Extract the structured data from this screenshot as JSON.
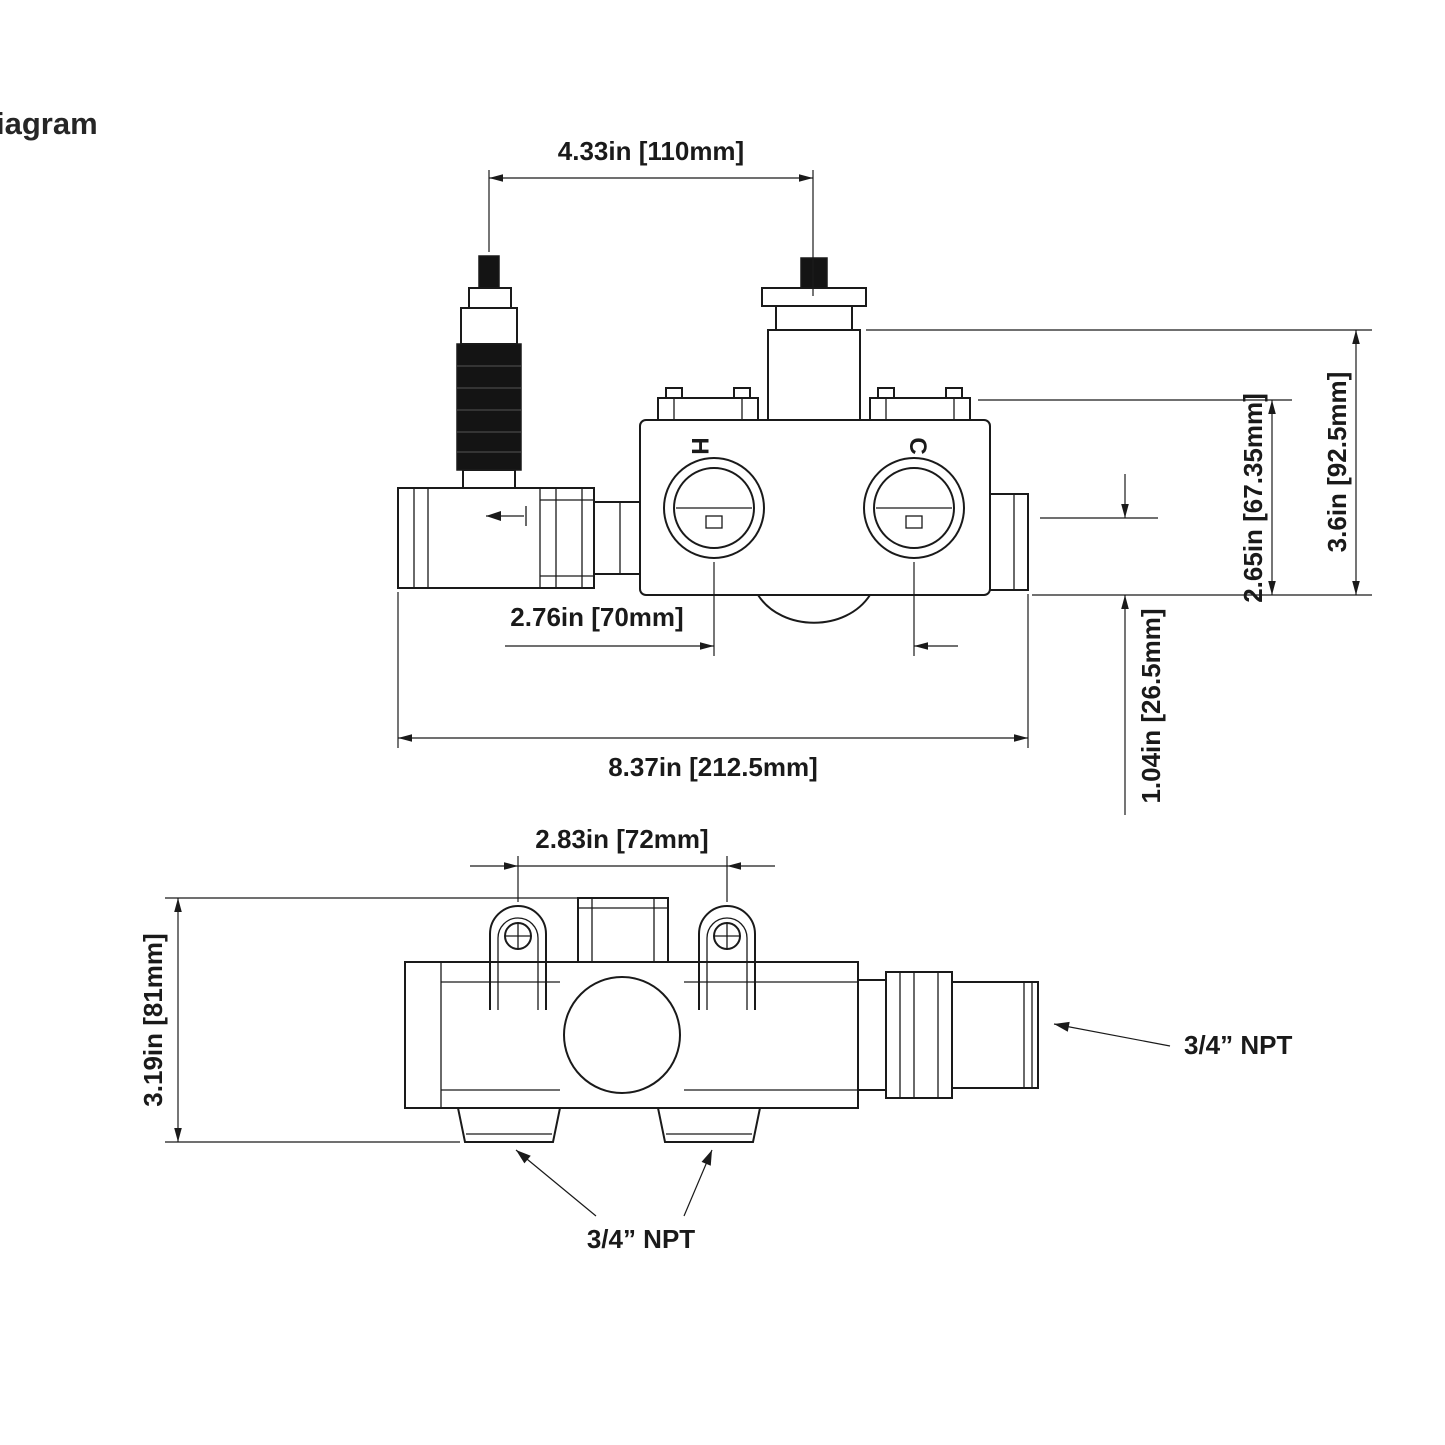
{
  "title": {
    "partial_text": "iagram"
  },
  "front_view": {
    "dimensions": {
      "handle_spacing": "4.33in [110mm]",
      "inlet_spacing": "2.76in [70mm]",
      "overall_width": "8.37in [212.5mm]",
      "cartridge_height": "2.65in [67.35mm]",
      "overall_height": "3.6in [92.5mm]",
      "outlet_offset": "1.04in [26.5mm]"
    },
    "port_labels": {
      "hot": "H",
      "cold": "C"
    }
  },
  "plan_view": {
    "dimensions": {
      "bracket_spacing": "2.83in [72mm]",
      "overall_depth": "3.19in [81mm]"
    },
    "connection_labels": {
      "side_outlet": "3/4” NPT",
      "bottom_ports": "3/4” NPT"
    }
  },
  "colors": {
    "line": "#1a1a1a",
    "background": "#ffffff"
  }
}
